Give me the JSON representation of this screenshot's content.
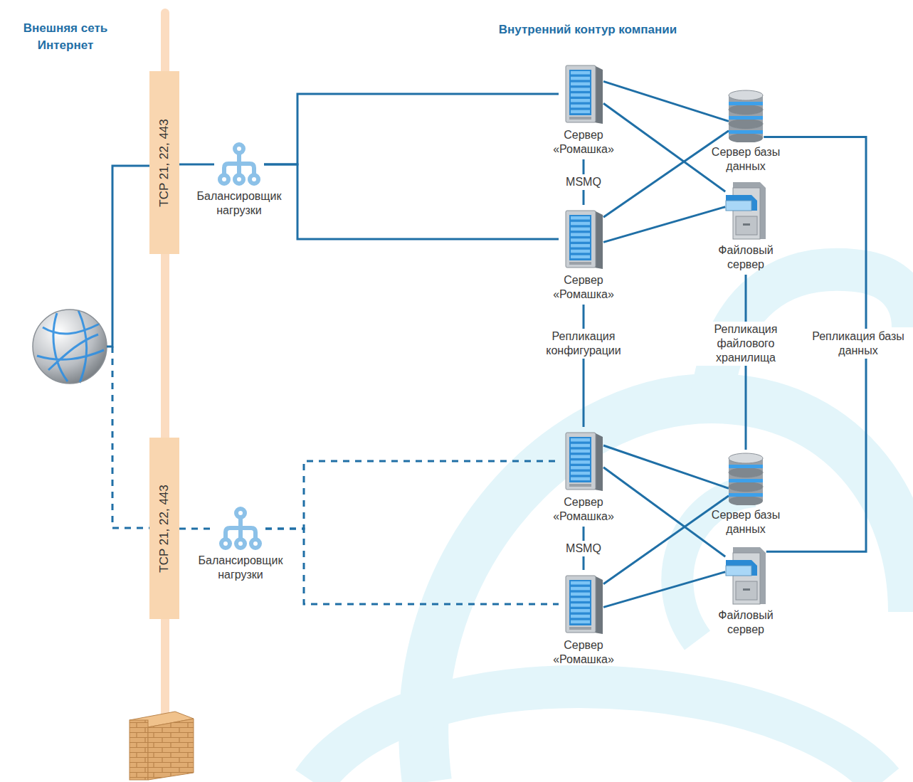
{
  "diagram": {
    "nodes": [
      {
        "text": [
          "TCP 21, 22, 443"
        ]
      },
      {
        "text": [
          "Балансировщик нагрузки"
        ]
      },
      {
        "text": [
          "Сервер «Ромашка»"
        ]
      },
      {
        "text": [
          "Сервер базы данных"
        ]
      },
      {
        "text": [
          "Файловый сервер"
        ]
      },
      {
        "text": [
          "Сервер «Ромашка»"
        ]
      },
      {
        "text": [
          "TCP 21, 22, 443"
        ]
      },
      {
        "text": [
          "Сервер «Ромашка»"
        ]
      },
      {
        "text": [
          "Сервер базы данных"
        ]
      },
      {
        "text": [
          "Балансировщик нагрузки"
        ]
      },
      {
        "text": [
          "Файловый сервер"
        ]
      },
      {
        "text": [
          "Сервер «Ромашка»"
        ]
      }
    ],
    "edges": [
      {
        "from": 0,
        "to": 1,
        "arrow": "none"
      },
      {
        "from": 1,
        "to": 2,
        "arrow": "none"
      },
      {
        "from": 1,
        "to": 5,
        "arrow": "none"
      },
      {
        "from": 2,
        "to": 5,
        "label": "MSMQ",
        "arrow": "none"
      },
      {
        "from": 2,
        "to": 3,
        "arrow": "none"
      },
      {
        "from": 2,
        "to": 4,
        "arrow": "none"
      },
      {
        "from": 5,
        "to": 3,
        "arrow": "none"
      },
      {
        "from": 5,
        "to": 4,
        "arrow": "none"
      },
      {
        "from": 5,
        "to": 7,
        "label": "Репликация конфигурации",
        "arrow": "none"
      },
      {
        "from": 4,
        "to": 8,
        "label": "Репликация файлового хранилища",
        "arrow": "none"
      },
      {
        "from": 3,
        "to": 10,
        "label": "Репликация базы данных",
        "arrow": "none"
      },
      {
        "from": 6,
        "to": 9,
        "arrow": "none"
      },
      {
        "from": 9,
        "to": 7,
        "arrow": "none"
      },
      {
        "from": 9,
        "to": 11,
        "arrow": "none"
      },
      {
        "from": 7,
        "to": 11,
        "label": "MSMQ",
        "arrow": "none"
      },
      {
        "from": 7,
        "to": 8,
        "arrow": "none"
      },
      {
        "from": 7,
        "to": 10,
        "arrow": "none"
      },
      {
        "from": 11,
        "to": 8,
        "arrow": "none"
      },
      {
        "from": 11,
        "to": 10,
        "arrow": "none"
      }
    ],
    "labels": [
      "Внешняя сеть Интернет",
      "Внутренний контур компании"
    ]
  }
}
